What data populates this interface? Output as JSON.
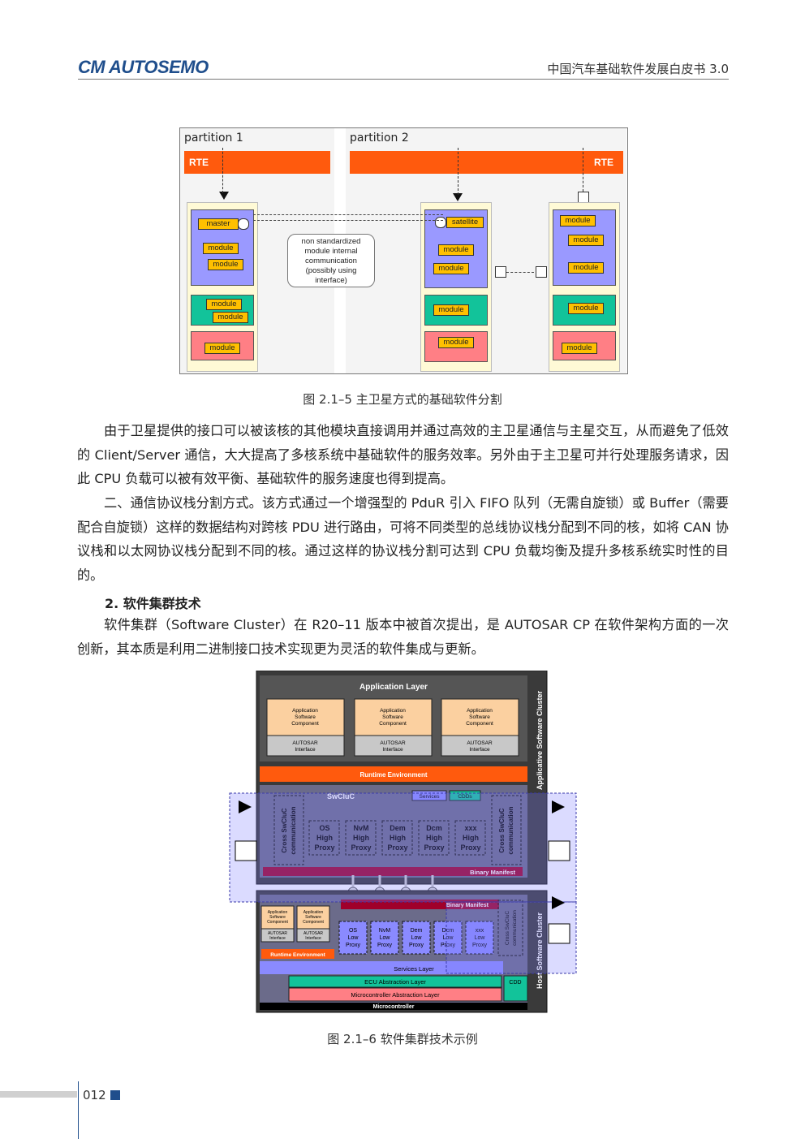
{
  "header": {
    "logo": "CM AUTOSEMO",
    "title": "中国汽车基础软件发展白皮书 3.0"
  },
  "figure1": {
    "partition1_label": "partition 1",
    "partition2_label": "partition 2",
    "rte_label": "RTE",
    "master_label": "master",
    "satellite_label": "satellite",
    "module_label": "module",
    "bubble_lines": [
      "non standardized",
      "module internal",
      "communication",
      "(possibly using",
      "interface)"
    ],
    "caption": "图 2.1–5 主卫星方式的基础软件分割",
    "colors": {
      "rte": "#ff5a0d",
      "purple": "#9a99ff",
      "teal": "#12c39a",
      "pink": "#ff7f85",
      "module": "#ffc000"
    }
  },
  "paragraphs": {
    "p1": "由于卫星提供的接口可以被该核的其他模块直接调用并通过高效的主卫星通信与主星交互，从而避免了低效的 Client/Server 通信，大大提高了多核系统中基础软件的服务效率。另外由于主卫星可并行处理服务请求，因此 CPU 负载可以被有效平衡、基础软件的服务速度也得到提高。",
    "p2": "二、通信协议栈分割方式。该方式通过一个增强型的 PduR 引入 FIFO 队列（无需自旋锁）或 Buffer（需要配合自旋锁）这样的数据结构对跨核 PDU 进行路由，可将不同类型的总线协议栈分配到不同的核，如将 CAN 协议栈和以太网协议栈分配到不同的核。通过这样的协议栈分割可达到 CPU 负载均衡及提升多核系统实时性的目的。",
    "heading": "2. 软件集群技术",
    "p3": "软件集群（Software Cluster）在 R20–11 版本中被首次提出，是 AUTOSAR CP 在软件架构方面的一次创新，其本质是利用二进制接口技术实现更为灵活的软件集成与更新。"
  },
  "figure2": {
    "application_layer": "Application Layer",
    "app_swc": [
      "Application",
      "Software",
      "Component"
    ],
    "autosar_interface": [
      "AUTOSAR",
      "Interface"
    ],
    "runtime_environment": "Runtime Environment",
    "swcluc": "SwCluC",
    "services": "Services",
    "cdds": "CDDs",
    "cross_comm": [
      "Cross SwCluC",
      "communication"
    ],
    "high_proxies": [
      [
        "OS",
        "High",
        "Proxy"
      ],
      [
        "NvM",
        "High",
        "Proxy"
      ],
      [
        "Dem",
        "High",
        "Proxy"
      ],
      [
        "Dcm",
        "High",
        "Proxy"
      ],
      [
        "xxx",
        "High",
        "Proxy"
      ]
    ],
    "binary_manifest": "Binary Manifest",
    "low_proxies": [
      [
        "OS",
        "Low",
        "Proxy"
      ],
      [
        "NvM",
        "Low",
        "Proxy"
      ],
      [
        "Dem",
        "Low",
        "Proxy"
      ],
      [
        "Dcm",
        "Low",
        "Proxy"
      ],
      [
        "xxx",
        "Low",
        "Proxy"
      ]
    ],
    "services_layer": "Services Layer",
    "ecu_abstraction": "ECU Abstraction Layer",
    "mcal": "Microcontroller Abstraction Layer",
    "microcontroller": "Microcontroller",
    "cdd": "CDD",
    "applicative_cluster": "Applicative Software Cluster",
    "host_cluster": "Host Software Cluster",
    "caption": "图 2.1–6 软件集群技术示例"
  },
  "footer": {
    "page_number": "012"
  }
}
